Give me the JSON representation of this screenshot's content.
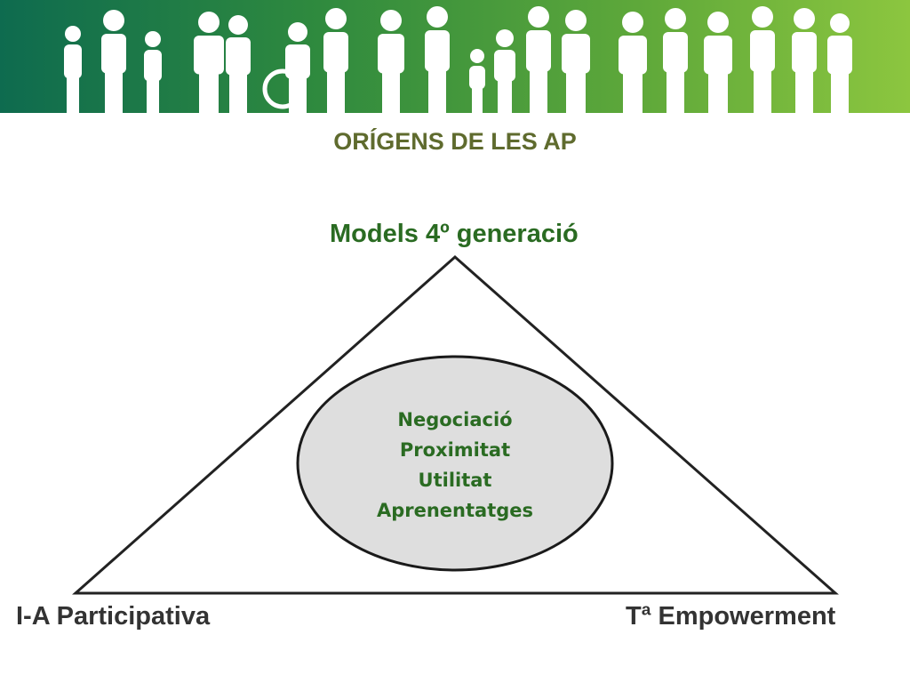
{
  "banner": {
    "icon": "people-silhouettes-icon",
    "colors": [
      "#0e6b4f",
      "#8cc63f"
    ]
  },
  "title": "ORÍGENS DE LES AP",
  "triangle": {
    "top": "Models 4º generació",
    "left": "I-A Participativa",
    "right": "Tª Empowerment"
  },
  "center": {
    "items": [
      "Negociació",
      "Proximitat",
      "Utilitat",
      "Aprenentatges"
    ]
  },
  "colors": {
    "title": "#5f6b2e",
    "accent": "#2a6b22",
    "oval_fill": "#dedede"
  }
}
